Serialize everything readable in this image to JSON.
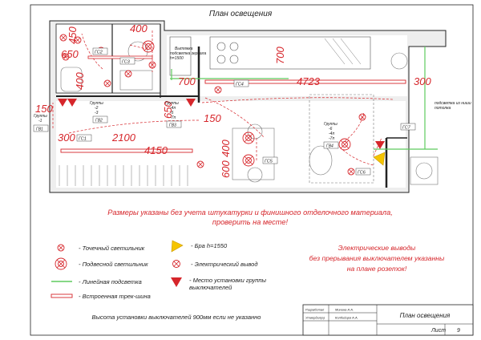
{
  "sheet": {
    "title": "План освещения",
    "stamp": {
      "developed_label": "Разработал",
      "developed_name": "Минина А.А.",
      "approved_label": "Утвердил(а)",
      "approved_name": "Колбийцев А.А.",
      "doc_title": "План освещения",
      "sheet_label": "Лист",
      "sheet_number": "9"
    }
  },
  "dimensions": [
    "450",
    "400",
    "650",
    "400",
    "700",
    "700",
    "4723",
    "300",
    "150",
    "650",
    "150",
    "300",
    "2100",
    "4150",
    "400",
    "600"
  ],
  "fixture_labels": [
    "ГС2",
    "ГС3",
    "ГС4",
    "ГС1",
    "ГС5",
    "ГС6",
    "ГС7"
  ],
  "room_notes": {
    "hood": "Вытяжка",
    "mirror_light": "подсветка зеркала h=1500",
    "ceiling_niche": "подсветка из ниши потолка"
  },
  "switch_groups": [
    {
      "id": "ГВ1",
      "title": "Группы",
      "items": [
        "-1"
      ]
    },
    {
      "id": "ГВ2",
      "title": "Группы",
      "items": [
        "-2",
        "-3"
      ]
    },
    {
      "id": "ГВ3",
      "title": "Группы",
      "items": [
        "-4п",
        "-5",
        "-7п"
      ]
    },
    {
      "id": "ГВ4",
      "title": "Группы",
      "items": [
        "-6",
        "-4п",
        "-7п"
      ]
    }
  ],
  "warning": {
    "line1": "Размеры указаны без учета штукатурки и финишного отделочного материала,",
    "line2": "проверить на месте!"
  },
  "legend": [
    {
      "icon": "spot",
      "label": "- Точечный светильник"
    },
    {
      "icon": "pendant",
      "label": "- Подвесной светильник"
    },
    {
      "icon": "linear",
      "label": "- Линейная подсветка"
    },
    {
      "icon": "track",
      "label": "- Встроенная трек-шина"
    },
    {
      "icon": "sconce",
      "label": "- Бра h=1550"
    },
    {
      "icon": "outlet",
      "label": "- Электрический вывод"
    },
    {
      "icon": "switch",
      "label": "- Место установки группы выключателей"
    }
  ],
  "note_right": {
    "line1": "Электрические выводы",
    "line2": "без прерывания выключателем указанны",
    "line3": "на плане розеток!"
  },
  "note_bottom": "Высота установки выключателей 900мм если не указанно",
  "colors": {
    "accent": "#d6262b",
    "linear": "#5ecb5e",
    "sconce": "#f5c400",
    "wall": "#222222"
  }
}
